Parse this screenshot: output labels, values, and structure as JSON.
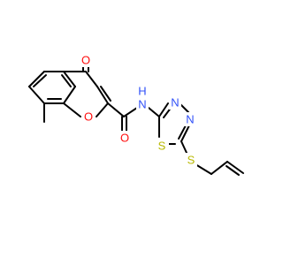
{
  "molecule": {
    "atoms": {
      "carbonyl_oxygen": {
        "label": "O",
        "color": "#ff0d0d"
      },
      "ring_oxygen": {
        "label": "O",
        "color": "#ff0d0d"
      },
      "amide_oxygen": {
        "label": "O",
        "color": "#ff0d0d"
      },
      "amide_nitrogen": {
        "label": "N",
        "color": "#3050f8"
      },
      "amide_hydrogen": {
        "label": "H",
        "color": "#3050f8"
      },
      "thiadiazole_n1": {
        "label": "N",
        "color": "#3050f8"
      },
      "thiadiazole_n2": {
        "label": "N",
        "color": "#3050f8"
      },
      "ring_sulfur": {
        "label": "S",
        "color": "#b8b800"
      },
      "thioether_sulfur": {
        "label": "S",
        "color": "#b8b800"
      }
    },
    "bond_color": "#000000"
  }
}
